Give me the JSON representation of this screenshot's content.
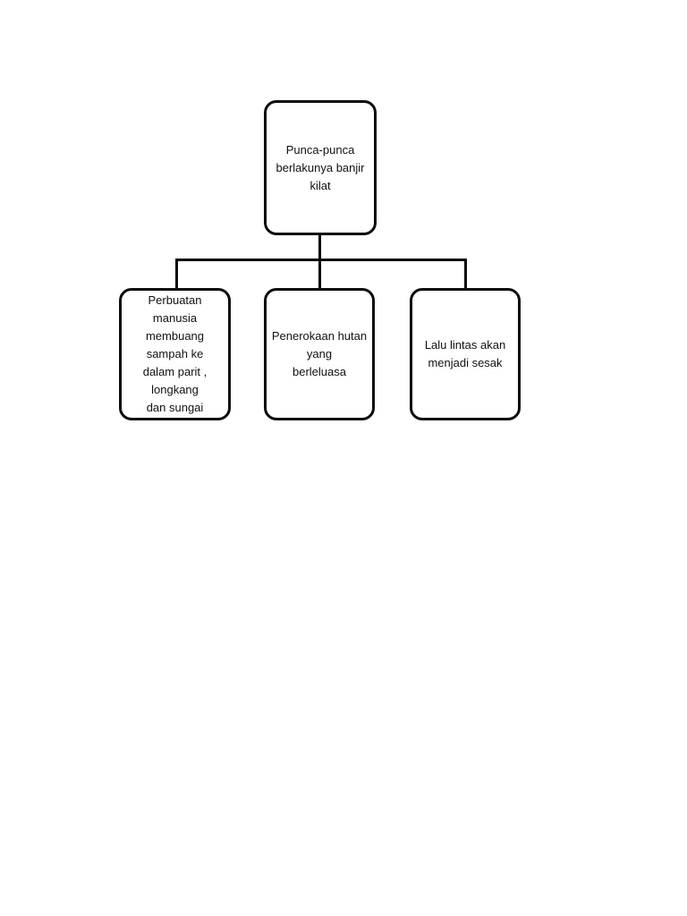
{
  "diagram": {
    "root": {
      "text": "Punca-punca\nberlakunya banjir kilat"
    },
    "children": [
      {
        "text": "Perbuatan manusia\nmembuang sampah ke\ndalam parit , longkang\ndan sungai"
      },
      {
        "text": "Penerokaan hutan yang\nberleluasa"
      },
      {
        "text": "Lalu lintas akan\nmenjadi sesak"
      }
    ],
    "colors": {
      "border": "#0b0b0b",
      "line": "#0b0b0b",
      "text": "#111111",
      "background": "#ffffff"
    }
  }
}
